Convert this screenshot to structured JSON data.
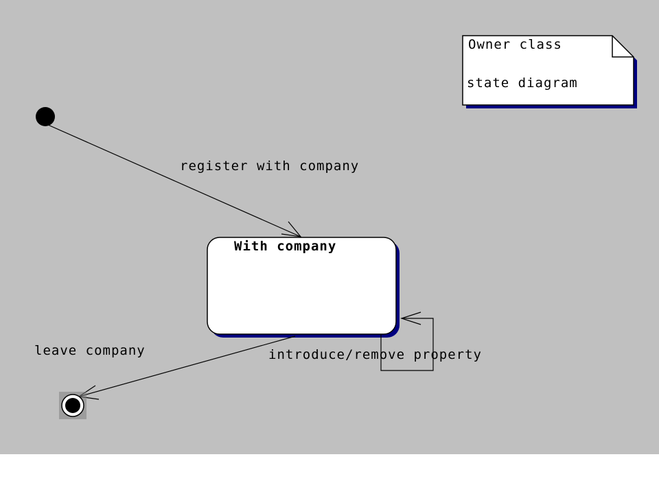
{
  "note": {
    "line1": "Owner class",
    "line2": "state diagram"
  },
  "state": {
    "name": "With company"
  },
  "transitions": {
    "register": "register with company",
    "leave": "leave company",
    "self_loop": "introduce/remove property"
  },
  "colors": {
    "canvas": "#c0c0c0",
    "shadow": "#000080",
    "line": "#000000",
    "fill": "#ffffff"
  }
}
